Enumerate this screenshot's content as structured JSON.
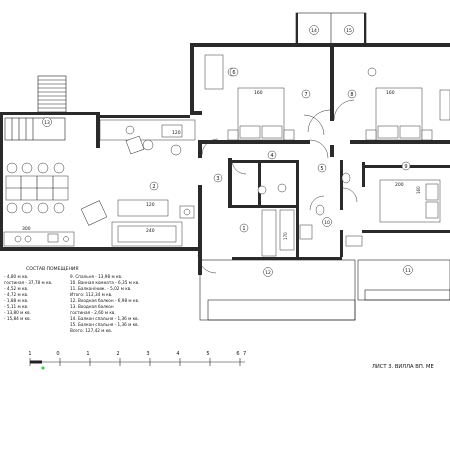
{
  "rooms": [
    {
      "no": "1"
    },
    {
      "no": "2"
    },
    {
      "no": "3"
    },
    {
      "no": "4"
    },
    {
      "no": "5"
    },
    {
      "no": "6"
    },
    {
      "no": "7"
    },
    {
      "no": "8"
    },
    {
      "no": "9"
    },
    {
      "no": "10"
    },
    {
      "no": "11"
    },
    {
      "no": "12"
    },
    {
      "no": "13"
    },
    {
      "no": "14"
    },
    {
      "no": "15"
    }
  ],
  "dimensions": {
    "bed1": "160",
    "bed2": "160",
    "bed3": "200",
    "bed3_side": "160",
    "table1": "240",
    "table2": "120",
    "table3": "120",
    "kitchen": "300",
    "bath": "170"
  },
  "legend": {
    "title": "СОСТАВ ПОМЕЩЕНИЯ",
    "col1": [
      "-  4,80 м кв.",
      "гостиная  - 37,78 м кв.",
      "-  4,52 м кв.",
      "-  4,72 м кв.",
      "-  1,88 м кв.",
      "-  5,11 м кв.",
      "-  13,80 м кв.",
      "-  15,84 м кв."
    ],
    "col2": [
      "9. Спальня          - 13,98 м кв.",
      "10. Ванная комната  - 6,35 м кв.",
      "11. Балкон/ниж.     - 5,02 м кв.",
      "Итого: 112,34 м кв.",
      "12. Входная балкон  - 6,98 м кв.",
      "13. Входная балкон",
      "     гостиная       - 2,60 м кв.",
      "14. Балкон спальня  - 1,36 м кв.",
      "15. Балкон спальня  - 1,36 м кв.",
      "Всего: 127,42 м кв."
    ]
  },
  "scale": {
    "ticks": [
      "1",
      "0",
      "1",
      "2",
      "3",
      "4",
      "5",
      "6",
      "7"
    ]
  },
  "sheet_title": "ЛИСТ 3. ВИЛЛА ВП. МЕ"
}
